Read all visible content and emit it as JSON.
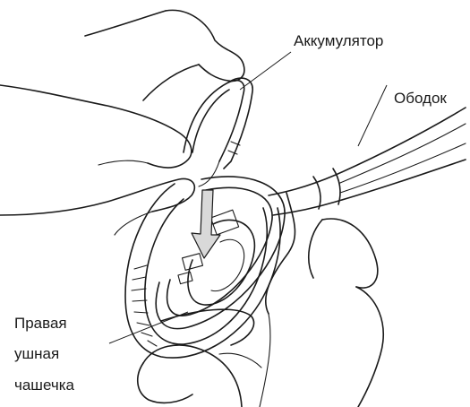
{
  "labels": {
    "battery": "Аккумулятор",
    "headband": "Ободок",
    "right_ear_cup": [
      "Правая",
      "ушная",
      "чашечка"
    ]
  },
  "icons": {
    "arrow": "insertion-arrow-icon"
  },
  "colors": {
    "line": "#1a1a1a",
    "arrow_fill": "#d9d9d9",
    "background": "#ffffff"
  }
}
